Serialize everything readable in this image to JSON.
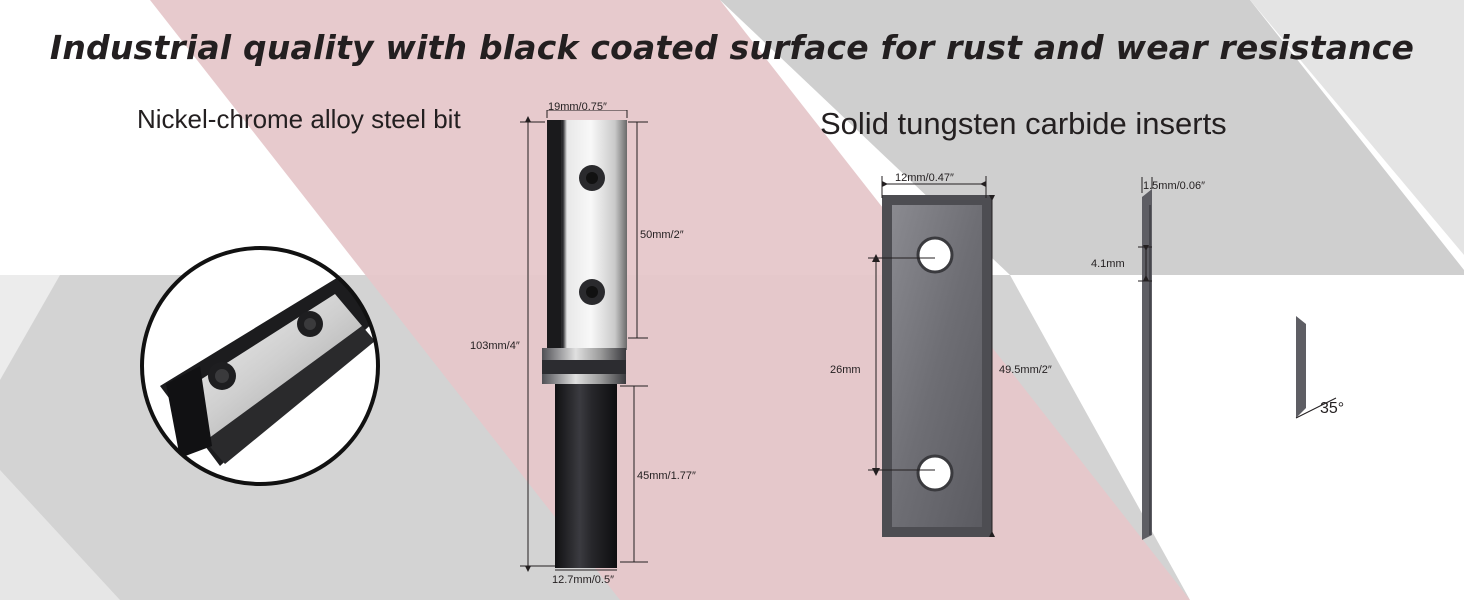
{
  "headline": "Industrial quality with black coated surface for rust and wear resistance",
  "captions": {
    "left": "Nickel-chrome alloy steel bit",
    "right": "Solid tungsten carbide inserts"
  },
  "bit_dimensions": {
    "top_width": "19mm/0.75″",
    "cutter_length": "50mm/2″",
    "overall_length": "103mm/4″",
    "shank_length": "45mm/1.77″",
    "shank_diameter": "12.7mm/0.5″"
  },
  "insert_dimensions": {
    "width": "12mm/0.47″",
    "hole_spacing": "26mm",
    "length": "49.5mm/2″",
    "thickness": "1.5mm/0.06″",
    "edge_offset": "4.1mm",
    "bevel_angle": "35°"
  },
  "colors": {
    "background_pink": "#e9cacd",
    "background_gray": "#d4d4d4",
    "text": "#231f20",
    "insert_metal": "#7b7b80"
  }
}
